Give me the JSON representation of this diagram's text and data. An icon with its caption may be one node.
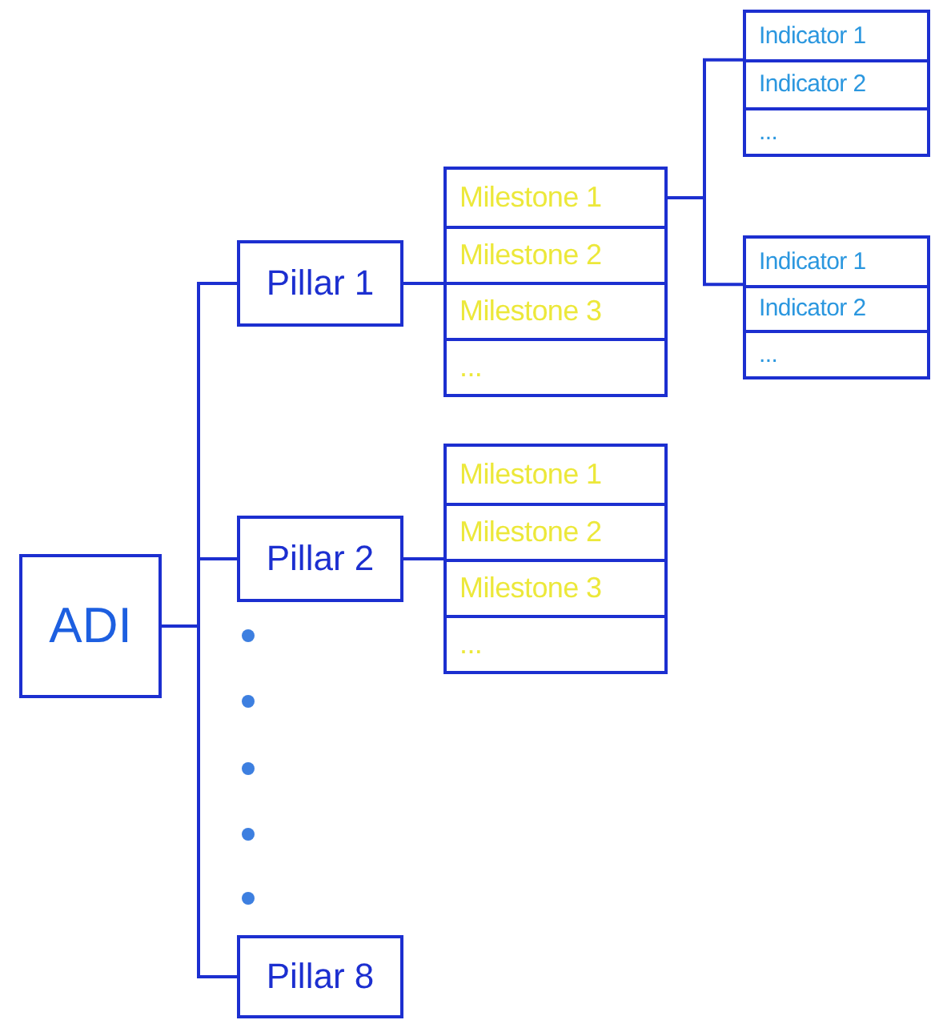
{
  "diagram": {
    "nodes": [
      {
        "text": [
          "ADI"
        ]
      },
      {
        "text": [
          "Pillar 1"
        ]
      },
      {
        "text": [],
        "shape": "box"
      },
      {
        "text": [
          "Milestone 1"
        ],
        "in": 2
      },
      {
        "text": [
          "Milestone 2"
        ],
        "in": 2
      },
      {
        "text": [
          "Milestone 3"
        ],
        "in": 2
      },
      {
        "text": [
          "..."
        ],
        "in": 2
      },
      {
        "text": [],
        "shape": "box"
      },
      {
        "text": [
          "Indicator 1"
        ],
        "in": 7
      },
      {
        "text": [
          "Indicator 2"
        ],
        "in": 7
      },
      {
        "text": [
          "..."
        ],
        "in": 7
      },
      {
        "text": [],
        "shape": "box"
      },
      {
        "text": [
          "Indicator 1"
        ],
        "in": 11
      },
      {
        "text": [
          "Indicator 2"
        ],
        "in": 11
      },
      {
        "text": [
          "..."
        ],
        "in": 11
      },
      {
        "text": [
          "Pillar 2"
        ]
      },
      {
        "text": [],
        "shape": "box"
      },
      {
        "text": [
          "Milestone 1"
        ],
        "in": 16
      },
      {
        "text": [
          "Milestone 2"
        ],
        "in": 16
      },
      {
        "text": [
          "Milestone 3"
        ],
        "in": 16
      },
      {
        "text": [
          "..."
        ],
        "in": 16
      },
      {
        "text": [
          "Pillar 8"
        ]
      }
    ],
    "edges": [
      {
        "from": 0,
        "to": 1,
        "arrow": "none"
      },
      {
        "from": 0,
        "to": 15,
        "arrow": "none"
      },
      {
        "from": 0,
        "to": 21,
        "arrow": "none"
      },
      {
        "from": 1,
        "to": 2,
        "arrow": "none"
      },
      {
        "from": 3,
        "to": 7,
        "arrow": "none"
      },
      {
        "from": 3,
        "to": 11,
        "arrow": "none"
      },
      {
        "from": 15,
        "to": 16,
        "arrow": "none"
      }
    ]
  }
}
